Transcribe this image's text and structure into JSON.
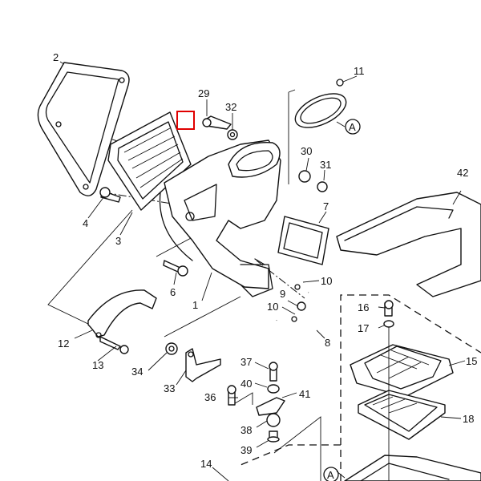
{
  "diagram": {
    "type": "exploded parts diagram - air filter assembly",
    "callouts": [
      "2",
      "29",
      "32",
      "11",
      "A",
      "30",
      "31",
      "42",
      "7",
      "4",
      "3",
      "6",
      "1",
      "10",
      "9",
      "10",
      "8",
      "16",
      "17",
      "15",
      "12",
      "13",
      "34",
      "33",
      "37",
      "40",
      "41",
      "36",
      "38",
      "39",
      "18",
      "14",
      "A"
    ],
    "highlight_color": "#e00000"
  }
}
